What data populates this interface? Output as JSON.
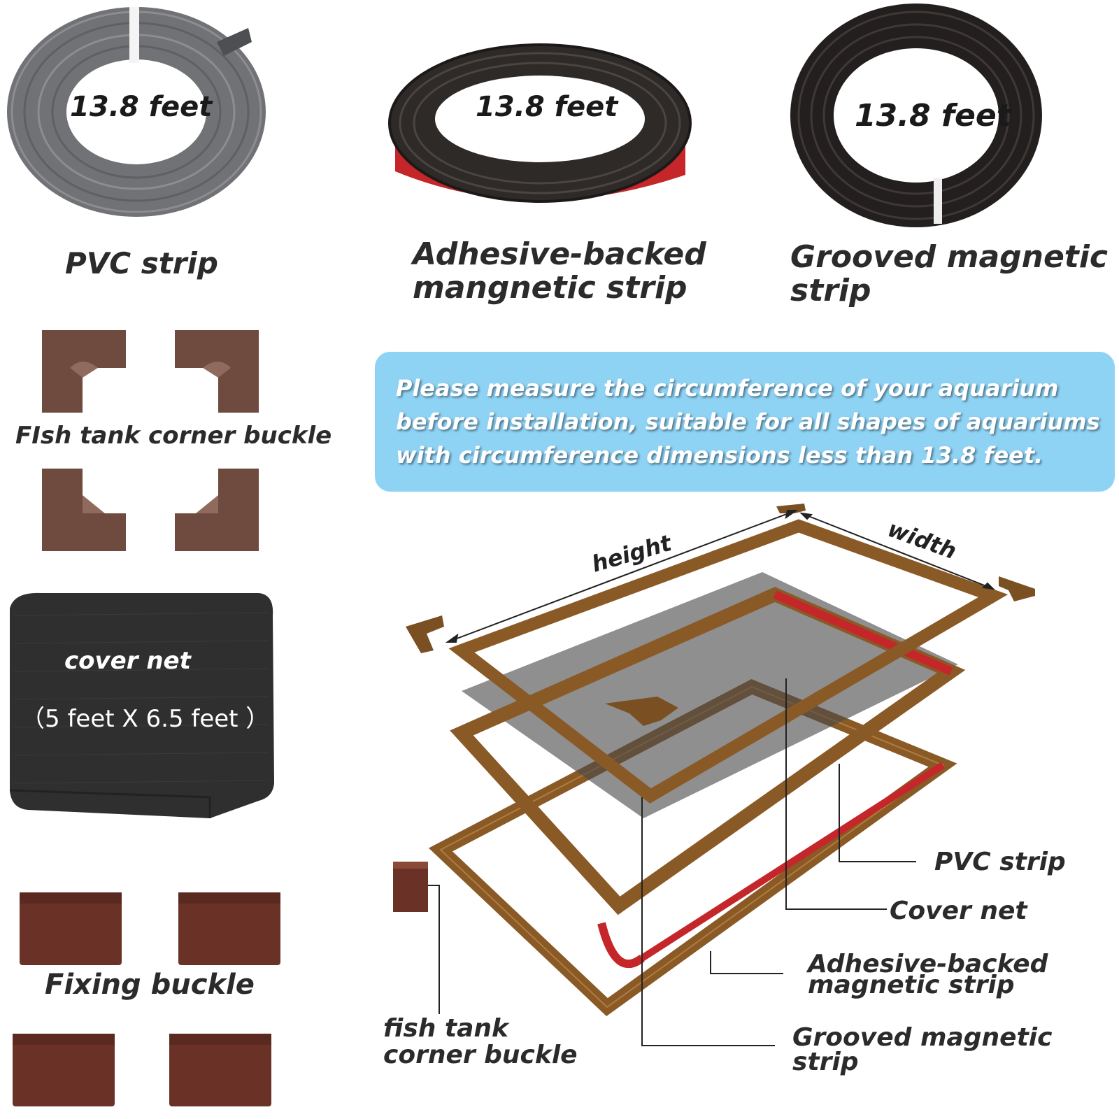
{
  "coils": [
    {
      "length": "13.8 feet",
      "name": "PVC strip"
    },
    {
      "length": "13.8 feet",
      "name_line1": "Adhesive-backed",
      "name_line2": "mangnetic strip"
    },
    {
      "length": "13.8 feet",
      "name_line1": "Grooved magnetic",
      "name_line2": "strip"
    }
  ],
  "corner_buckle_label": "FIsh tank corner buckle",
  "cover_net": {
    "label": "cover net",
    "size": "（5 feet  X  6.5 feet ）"
  },
  "fixing_buckle_label": "Fixing buckle",
  "notice": {
    "line1": "Please measure the circumference of your aquarium",
    "line2": "before installation, suitable for all shapes of aquariums",
    "line3": "with circumference dimensions less than 13.8 feet."
  },
  "diagram": {
    "height": "height",
    "width": "width",
    "callouts": {
      "pvc": "PVC strip",
      "net": "Cover net",
      "adhesive_1": "Adhesive-backed",
      "adhesive_2": "magnetic strip",
      "grooved_1": "Grooved magnetic",
      "grooved_2": "strip",
      "corner_1": "fish tank",
      "corner_2": "corner buckle"
    }
  },
  "colors": {
    "pvc_grey": "#7d7f82",
    "magnet_black": "#2a2624",
    "adhesive_red": "#c4262a",
    "frame_brown": "#8a5a26",
    "buckle_brown": "#6e4a3f",
    "net_dark": "#2f2f2f",
    "notice_blue": "#8fd3f4"
  }
}
